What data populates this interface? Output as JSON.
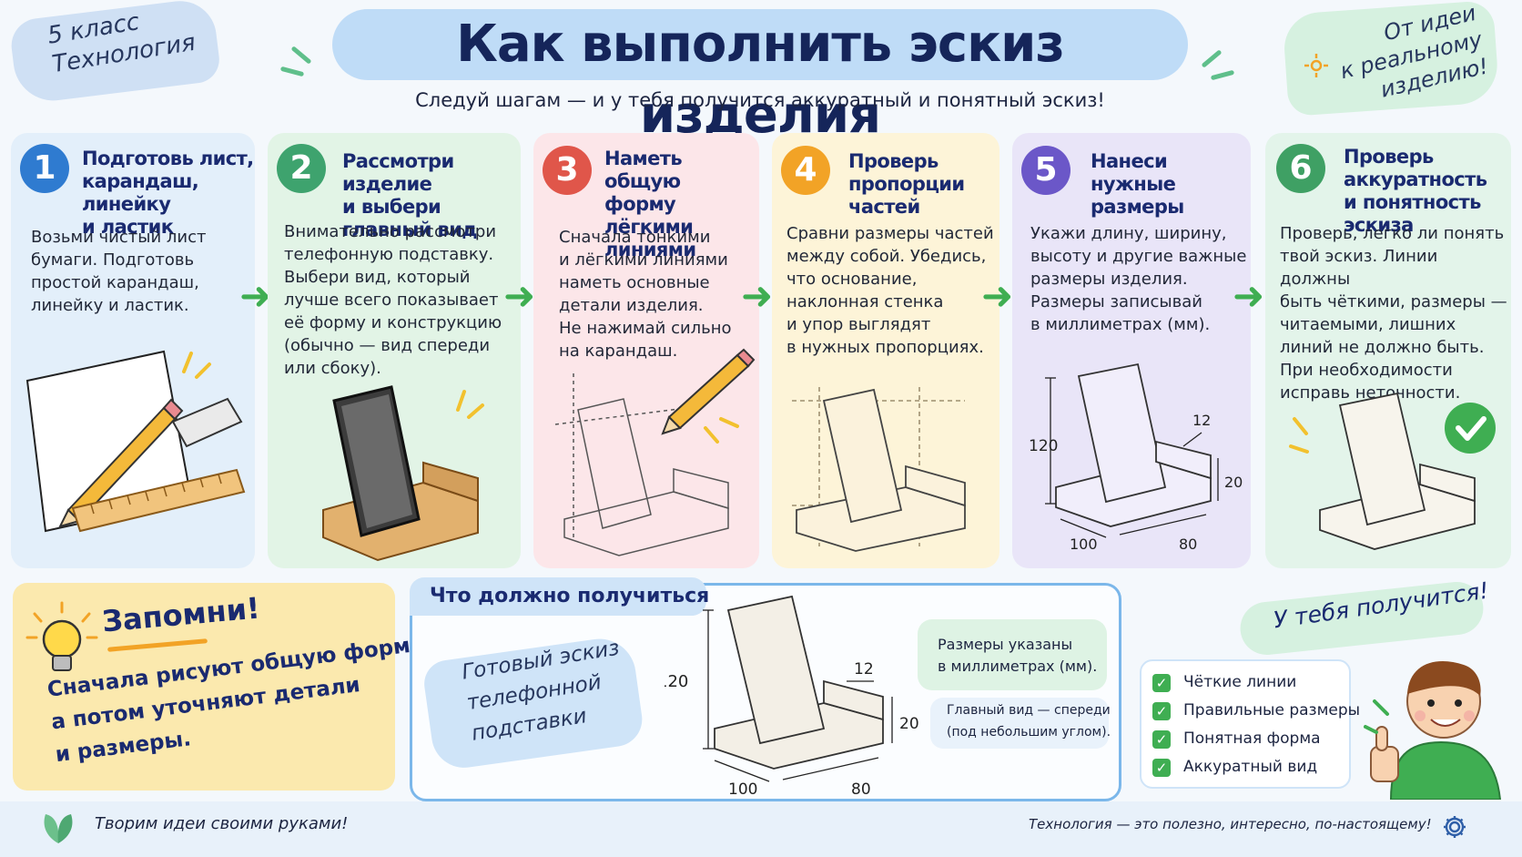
{
  "header": {
    "tag_left": [
      "5 класс",
      "Технология"
    ],
    "tag_right": [
      "От идеи",
      "к реальному",
      "изделию!"
    ],
    "title": "Как выполнить эскиз изделия",
    "subtitle": "Следуй шагам — и у тебя получится аккуратный и понятный эскиз!"
  },
  "colors": {
    "step1": "#e3effa",
    "step2": "#e2f4e6",
    "step3": "#fce6e9",
    "step4": "#fdf4d8",
    "step5": "#e9e5f8",
    "step6": "#e3f4ea",
    "num1": "#2f7bd0",
    "num2": "#3ea36e",
    "num3": "#e0564a",
    "num4": "#f2a326",
    "num5": "#6b57c8",
    "num6": "#3fa064",
    "accent": "#3fae52",
    "title_bg": "#bfdcf7"
  },
  "steps": [
    {
      "num": "1",
      "title": [
        "Подготовь лист,",
        "карандаш, линейку",
        "и ластик"
      ],
      "body": [
        "Возьми чистый лист",
        "бумаги. Подготовь",
        "простой карандаш,",
        "линейку и ластик."
      ]
    },
    {
      "num": "2",
      "title": [
        "Рассмотри изделие",
        "и выбери главный вид"
      ],
      "body": [
        "Внимательно рассмотри",
        "телефонную подставку.",
        "Выбери вид, который",
        "лучше всего показывает",
        "её форму и конструкцию",
        "(обычно — вид спереди",
        "или сбоку)."
      ]
    },
    {
      "num": "3",
      "title": [
        "Наметь общую",
        "форму лёгкими",
        "линиями"
      ],
      "body": [
        "Сначала тонкими",
        "и лёгкими линиями",
        "наметь основные",
        "детали изделия.",
        "Не нажимай сильно",
        "на карандаш."
      ]
    },
    {
      "num": "4",
      "title": [
        "Проверь",
        "пропорции частей"
      ],
      "body": [
        "Сравни размеры частей",
        "между собой. Убедись,",
        "что основание,",
        "наклонная стенка",
        "и упор выглядят",
        "в нужных пропорциях."
      ]
    },
    {
      "num": "5",
      "title": [
        "Нанеси",
        "нужные размеры"
      ],
      "body": [
        "Укажи длину, ширину,",
        "высоту и другие важные",
        "размеры изделия.",
        "Размеры записывай",
        "в миллиметрах (мм)."
      ]
    },
    {
      "num": "6",
      "title": [
        "Проверь",
        "аккуратность",
        "и понятность эскиза"
      ],
      "body": [
        "Проверь, легко ли понять",
        "твой эскиз. Линии должны",
        "быть чёткими, размеры —",
        "читаемыми, лишних",
        "линий не должно быть.",
        "При необходимости",
        "исправь неточности."
      ]
    }
  ],
  "dims": {
    "height": "120",
    "thickness": "12",
    "stop": "20",
    "depth": "100",
    "width": "80"
  },
  "remember": {
    "title": "Запомни!",
    "lines": [
      "Сначала рисуют общую форму,",
      "а потом уточняют детали",
      "и размеры."
    ]
  },
  "result": {
    "label": "Что должно получиться",
    "caption": [
      "Готовый эскиз",
      "телефонной",
      "подставки"
    ],
    "note1": [
      "Размеры указаны",
      "в миллиметрах (мм)."
    ],
    "note2": [
      "Главный вид — спереди",
      "(под небольшим углом)."
    ]
  },
  "success": {
    "title": "У тебя получится!",
    "checks": [
      "Чёткие линии",
      "Правильные размеры",
      "Понятная форма",
      "Аккуратный вид"
    ]
  },
  "footer": {
    "left": "Творим идеи своими руками!",
    "right": "Технология — это полезно, интересно, по-настоящему!"
  }
}
